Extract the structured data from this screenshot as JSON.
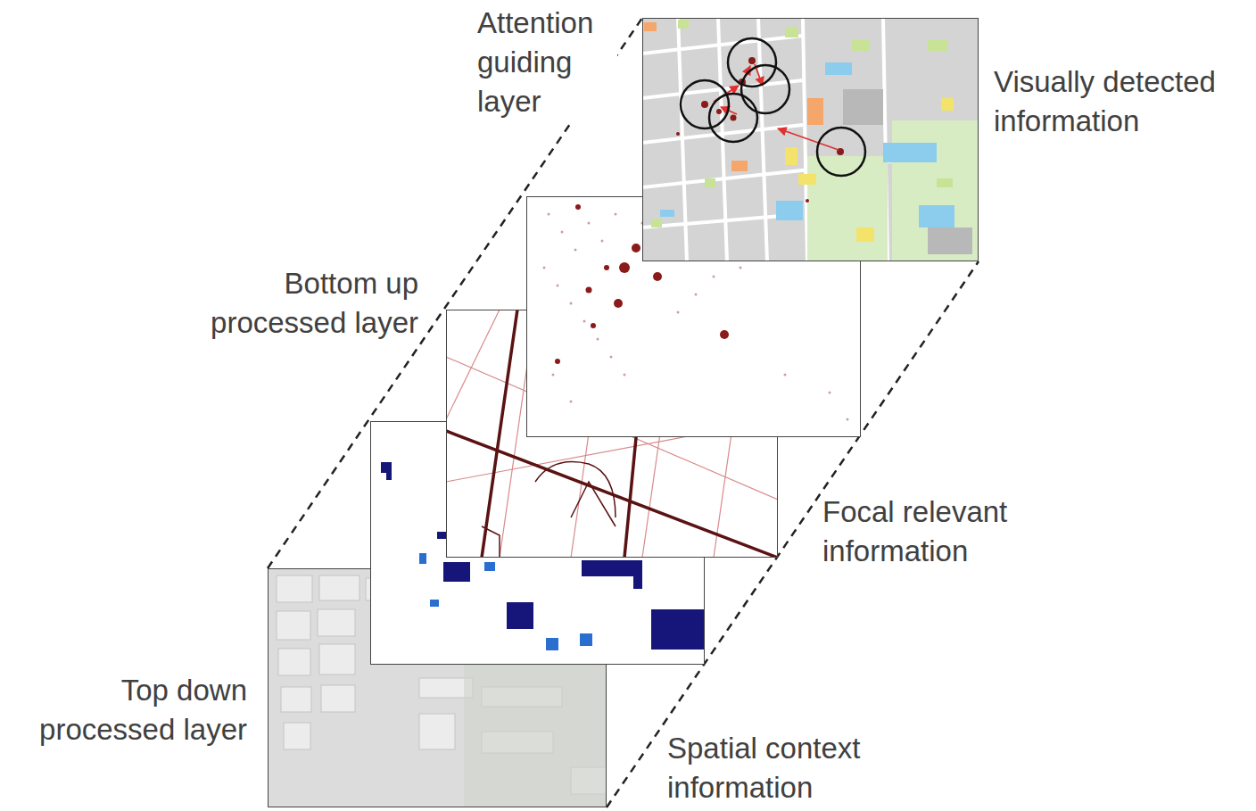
{
  "diagram": {
    "labels": [
      "Attention guiding layer",
      "Visually detected information",
      "Bottom up processed layer",
      "Focal relevant information",
      "Top down processed layer",
      "Spatial context information"
    ]
  }
}
